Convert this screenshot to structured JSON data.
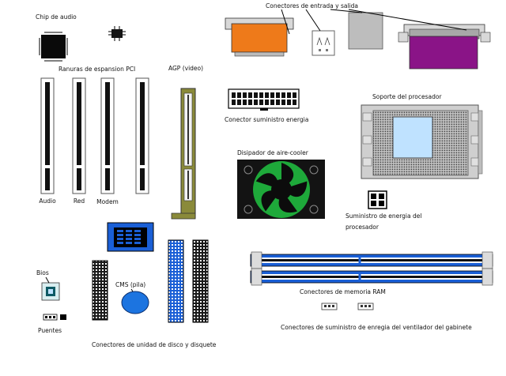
{
  "labels": {
    "audio_chip": "Chip de audio",
    "pci_slots": "Ranuras de espansion PCI",
    "pci_audio": "Audio",
    "pci_red": "Red",
    "pci_modem": "Modem",
    "agp": "AGP (video)",
    "io_connectors": "Conectores de entrada y salida",
    "power_connector": "Conector suministro energia",
    "cpu_socket": "Soporte del procesador",
    "heatsink": "Disipador de aire-cooler",
    "cpu_power_line1": "Suministro de energia del",
    "cpu_power_line2": "procesador",
    "bios": "Bios",
    "cmos": "CMS (pila)",
    "jumpers": "Puentes",
    "ram": "Conectores de memoria RAM",
    "drive_connectors": "Conectores de unidad de disco y disquete",
    "fan_connectors": "Conectores de suministro de enregia del ventilador del gabinete"
  },
  "colors": {
    "blue": "#1a5fd6",
    "io_orange": "#ee7a1a",
    "io_purple": "#8a1487",
    "agp_green": "#8a8a3a",
    "fan_green": "#1ea93a",
    "cmos_blue": "#1c74e0",
    "gray": "#c0c0c0"
  }
}
